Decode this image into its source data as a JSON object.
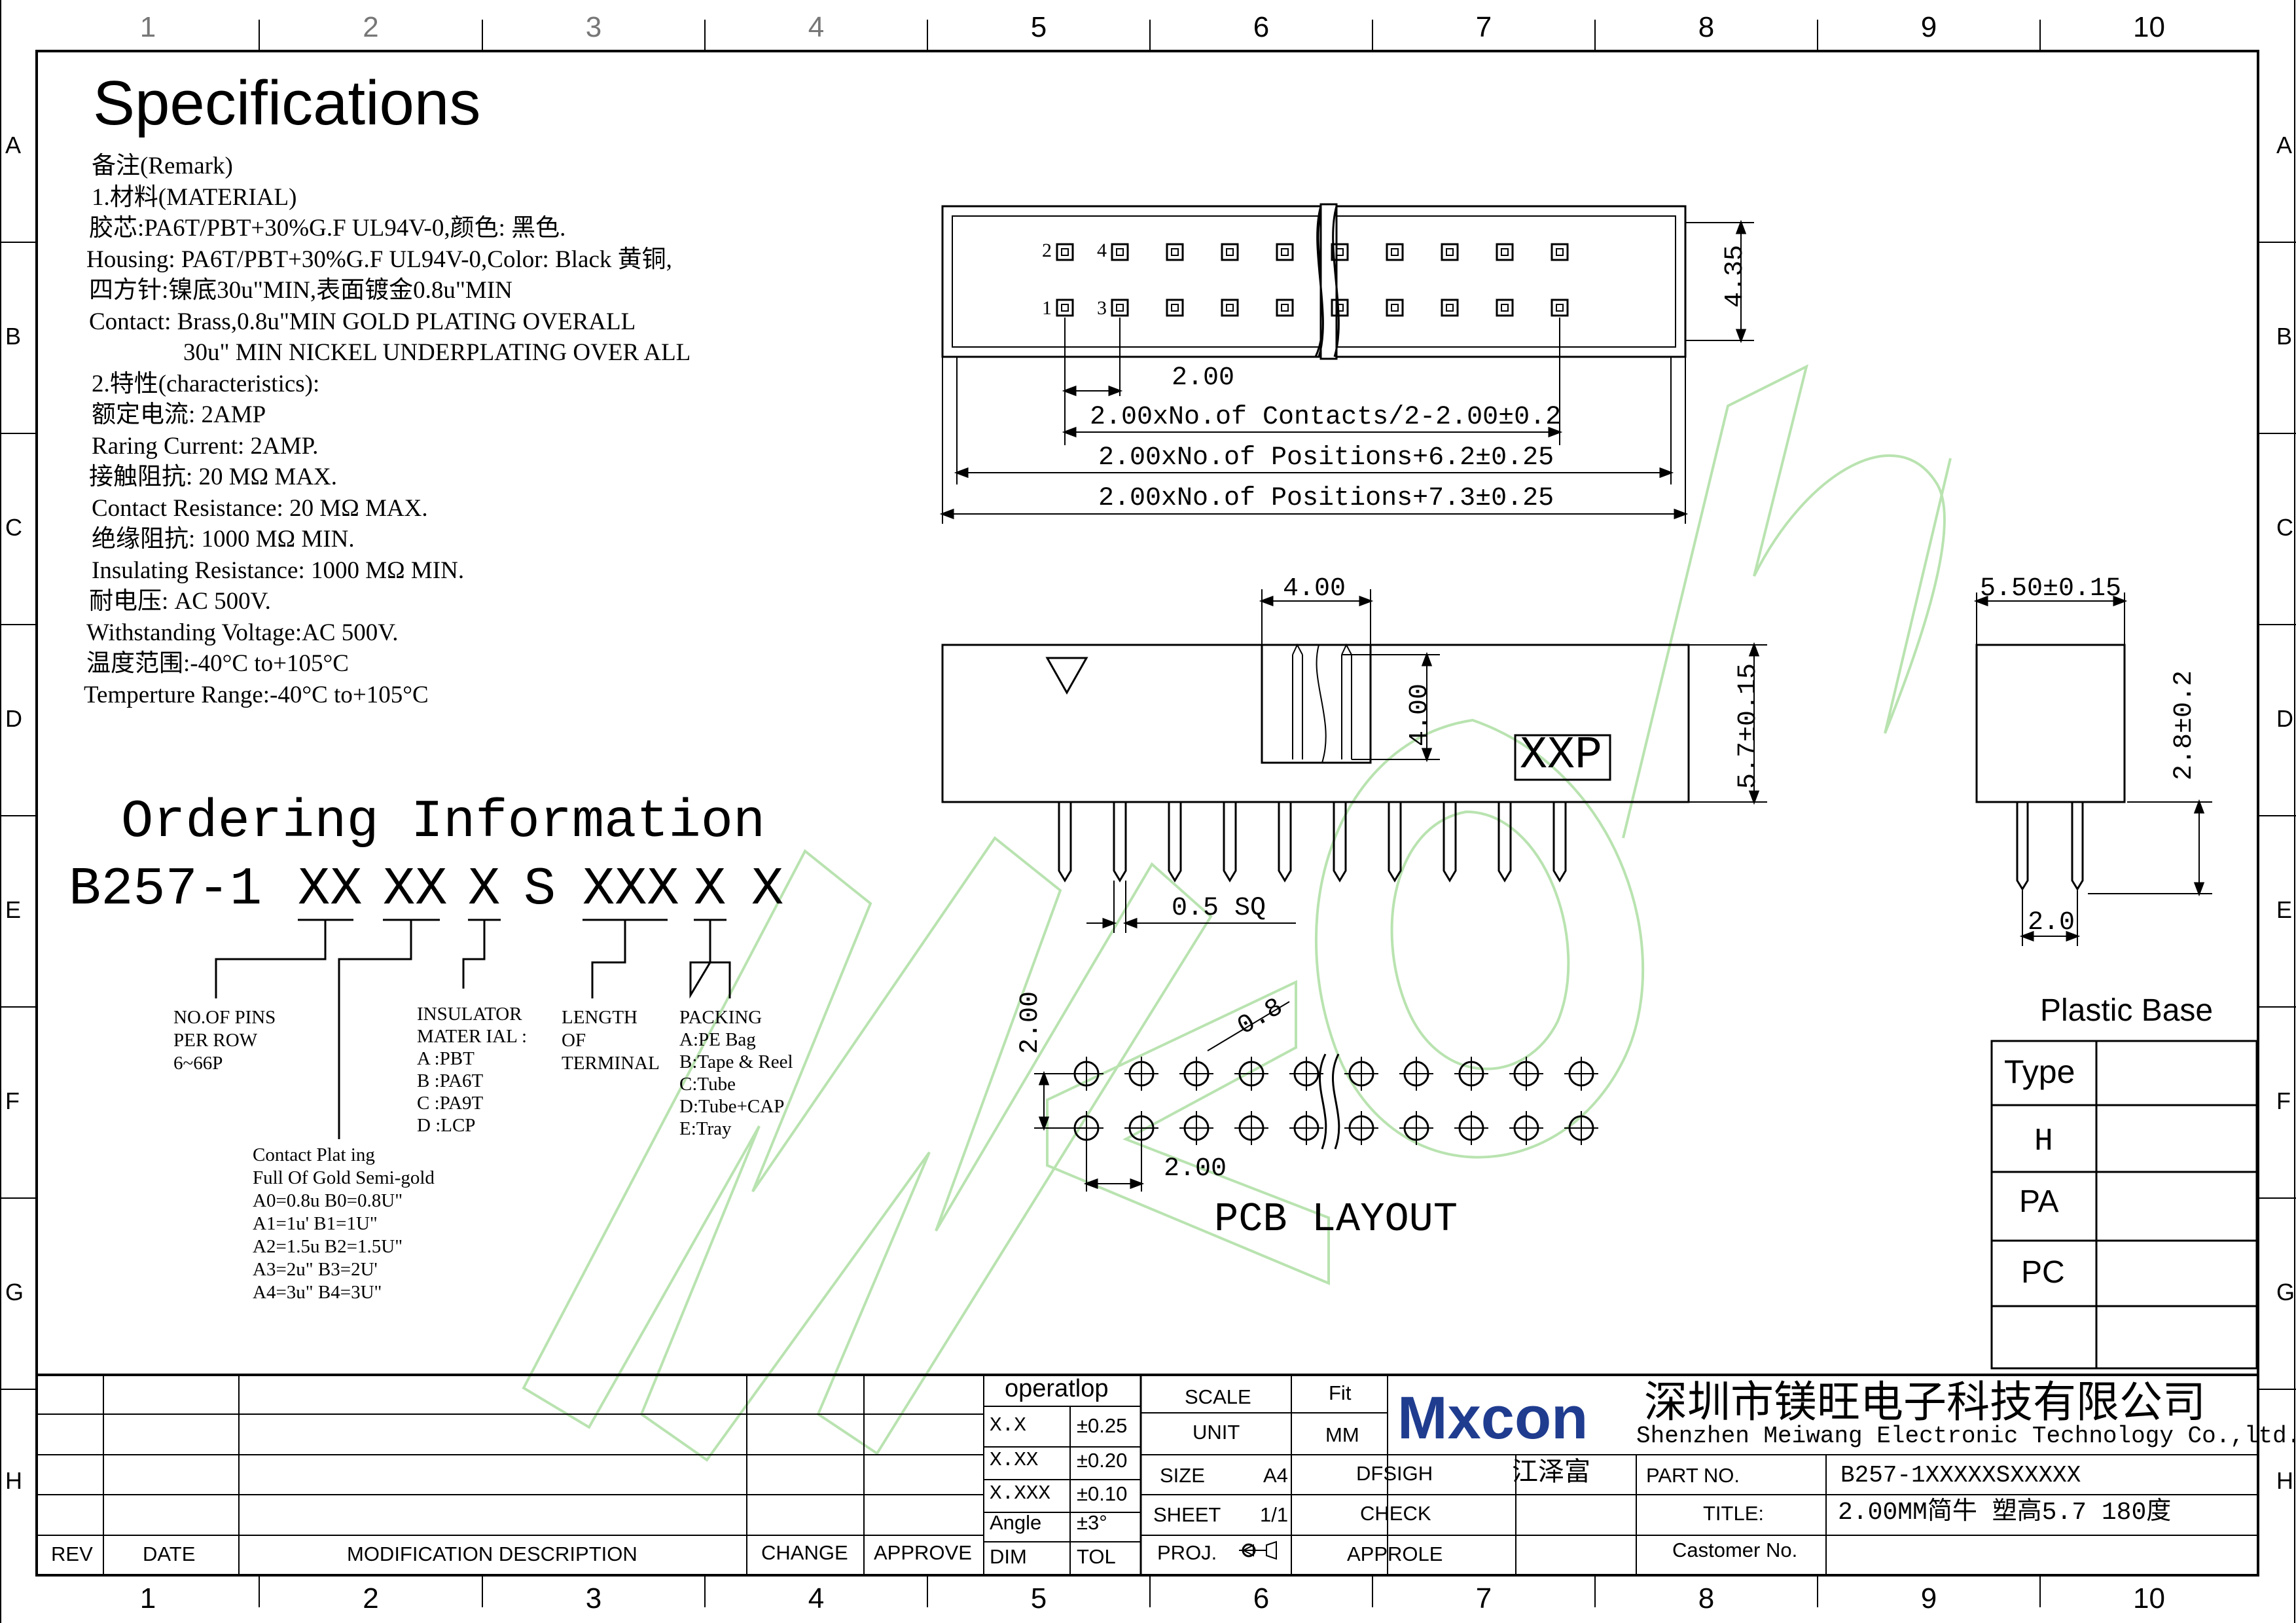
{
  "frame": {
    "columns": [
      "1",
      "2",
      "3",
      "4",
      "5",
      "6",
      "7",
      "8",
      "9",
      "10"
    ],
    "rows": [
      "A",
      "B",
      "C",
      "D",
      "E",
      "F",
      "G",
      "H"
    ]
  },
  "title": "Specifications",
  "remarks": [
    "备注(Remark)",
    "1.材料(MATERIAL)",
    "胶芯:PA6T/PBT+30%G.F UL94V-0,颜色: 黑色.",
    "Housing: PA6T/PBT+30%G.F UL94V-0,Color: Black 黄铜,",
    "四方针:镍底30u\"MIN,表面镀金0.8u\"MIN",
    "Contact: Brass,0.8u\"MIN GOLD PLATING OVERALL",
    "30u\" MIN NICKEL UNDERPLATING OVER ALL",
    "2.特性(characteristics):",
    "额定电流: 2AMP",
    "Raring Current: 2AMP.",
    "接触阻抗: 20 MΩ MAX.",
    "Contact Resistance: 20 MΩ MAX.",
    "绝缘阻抗: 1000 MΩ MIN.",
    "Insulating Resistance: 1000 MΩ MIN.",
    "耐电压: AC 500V.",
    "Withstanding Voltage:AC 500V.",
    "温度范围:-40°C to+105°C",
    "Temperture Range:-40°C to+105°C"
  ],
  "ordering": {
    "title": "Ordering Information",
    "code": {
      "prefix": "B257-1",
      "p1": "XX",
      "p2": "XX",
      "p3": "X",
      "p4": "S",
      "p5": "XXX",
      "p6": "X",
      "p7": "X"
    },
    "pins": [
      "NO.OF PINS",
      "PER ROW",
      "6~66P"
    ],
    "insulator": [
      "INSULATOR",
      "MATER IAL :",
      "A :PBT",
      "B :PA6T",
      "C :PA9T",
      "D :LCP"
    ],
    "length": [
      "LENGTH",
      "OF",
      "TERMINAL"
    ],
    "packing": [
      "PACKING",
      "A:PE Bag",
      "B:Tape & Reel",
      "C:Tube",
      "D:Tube+CAP",
      "E:Tray"
    ],
    "plating": [
      "Contact Plat ing",
      "Full Of Gold Semi-gold",
      "A0=0.8u B0=0.8U\"",
      "A1=1u' B1=1U\"",
      "A2=1.5u B2=1.5U\"",
      "A3=2u\" B3=2U'",
      "A4=3u\" B4=3U\""
    ]
  },
  "top_view": {
    "pin_labels": [
      "2",
      "4",
      "1",
      "3"
    ],
    "dim_pitch": "2.00",
    "dim_contacts": "2.00xNo.of Contacts/2-2.00±0.2",
    "dim_pos1": "2.00xNo.of Positions+6.2±0.25",
    "dim_pos2": "2.00xNo.of Positions+7.3±0.25",
    "dim_height": "4.35"
  },
  "side_view": {
    "dim_top": "4.00",
    "dim_inner": "4.00",
    "dim_height": "5.7±0.15",
    "marking": "XXP",
    "dim_pin": "0.5  SQ"
  },
  "end_view": {
    "dim_width": "5.50±0.15",
    "dim_tail": "2.8±0.2",
    "dim_pitch": "2.0"
  },
  "pcb": {
    "dim_row": "2.00",
    "dim_hole": "0.8",
    "dim_pitch": "2.00",
    "label": "PCB LAYOUT"
  },
  "plastic_base": {
    "title": "Plastic Base",
    "header": "Type",
    "rows": [
      "H",
      "PA",
      "PC"
    ]
  },
  "titleblock": {
    "rev": "REV",
    "date": "DATE",
    "mod": "MODIFICATION DESCRIPTION",
    "change": "CHANGE",
    "approve": "APPROVE",
    "operatlop": "operatlop",
    "tol": [
      [
        "X.X",
        "±0.25"
      ],
      [
        "X.XX",
        "±0.20"
      ],
      [
        "X.XXX",
        "±0.10"
      ],
      [
        "Angle",
        "±3°"
      ],
      [
        "DIM",
        "TOL"
      ]
    ],
    "scale": "SCALE",
    "scale_val": "Fit",
    "unit": "UNIT",
    "unit_val": "MM",
    "size": "SIZE",
    "size_val": "A4",
    "sheet": "SHEET",
    "sheet_val": "1/1",
    "proj": "PROJ.",
    "dfsigh": "DFSIGH",
    "check": "CHECK",
    "approle": "APPROLE",
    "designer": "江泽富",
    "logo": "Mxcon",
    "company_cn": "深圳市镁旺电子科技有限公司",
    "company_en": "Shenzhen Meiwang Electronic Technology Co.,ltd.",
    "part_no_label": "PART NO.",
    "part_no": "B257-1XXXXXSXXXXX",
    "title_label": "TITLE:",
    "title_val": "2.00MM简牛 塑高5.7 180度",
    "customer_label": "Castomer No."
  },
  "colors": {
    "watermark": "#b9e3b0",
    "ink": "#000000",
    "logo_blue": "#1f3c8f"
  }
}
